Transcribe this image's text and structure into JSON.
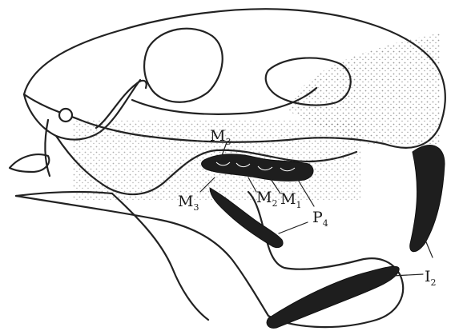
{
  "figure": {
    "labels": {
      "m3_upper": {
        "letter": "M",
        "sub": "3"
      },
      "m3_lower": {
        "letter": "M",
        "sub": "3"
      },
      "m2": {
        "letter": "M",
        "sub": "2"
      },
      "m1": {
        "letter": "M",
        "sub": "1"
      },
      "p4": {
        "letter": "P",
        "sub": "4"
      },
      "i2": {
        "letter": "I",
        "sub": "2"
      }
    },
    "colors": {
      "ink": "#222222",
      "stipple": "#4a4a4a",
      "background": "#ffffff"
    }
  }
}
